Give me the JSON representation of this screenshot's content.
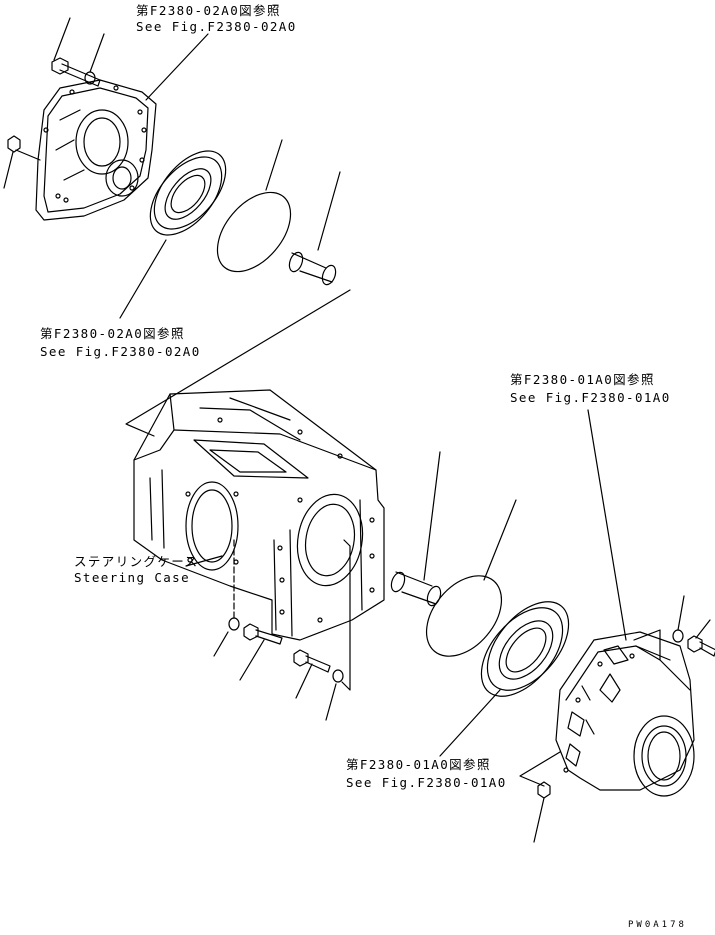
{
  "callouts": {
    "top_right_ref": {
      "jp": "第F2380-02A0図参照",
      "en": "See Fig.F2380-02A0"
    },
    "left_mid_ref": {
      "jp": "第F2380-02A0図参照",
      "en": "See Fig.F2380-02A0"
    },
    "right_ref": {
      "jp": "第F2380-01A0図参照",
      "en": "See Fig.F2380-01A0"
    },
    "bottom_ref": {
      "jp": "第F2380-01A0図参照",
      "en": "See Fig.F2380-01A0"
    },
    "steering_case": {
      "jp": "ステアリングケース",
      "en": "Steering Case"
    }
  },
  "drawing_code": "PW0A178",
  "parts": [
    "left-cover",
    "bolt",
    "washer",
    "plug",
    "bearing-cage-left",
    "o-ring-left",
    "spacer-sleeve-left",
    "steering-case",
    "bolt",
    "washer",
    "bolt",
    "washer",
    "spacer-sleeve-right",
    "o-ring-right",
    "bearing-cage-right",
    "right-cover",
    "plug",
    "bolt",
    "washer"
  ]
}
